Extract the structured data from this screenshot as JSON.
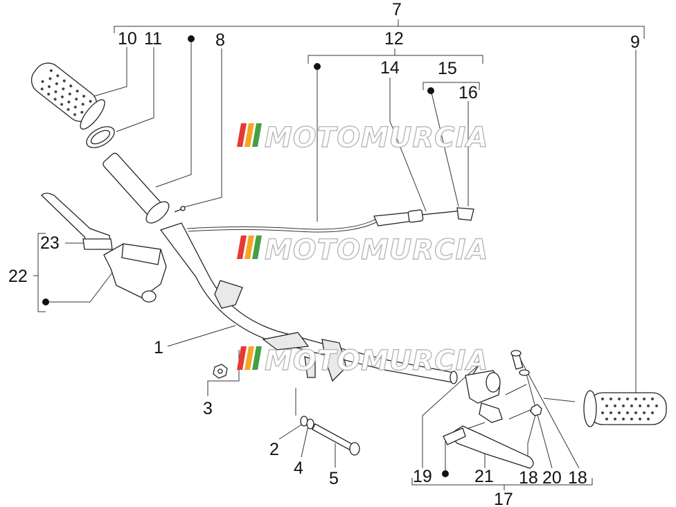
{
  "labels": {
    "l1": "1",
    "l2": "2",
    "l3": "3",
    "l4": "4",
    "l5": "5",
    "l7": "7",
    "l8": "8",
    "l9": "9",
    "l10": "10",
    "l11": "11",
    "l12": "12",
    "l14": "14",
    "l15": "15",
    "l16": "16",
    "l17": "17",
    "l18a": "18",
    "l18b": "18",
    "l19": "19",
    "l20": "20",
    "l21": "21",
    "l22": "22",
    "l23": "23"
  },
  "watermark": {
    "text": "MOTOMURCIA",
    "stripe_colors": [
      "#e53935",
      "#f5a623",
      "#43a047"
    ]
  },
  "colors": {
    "line": "#333333",
    "text": "#111111"
  }
}
